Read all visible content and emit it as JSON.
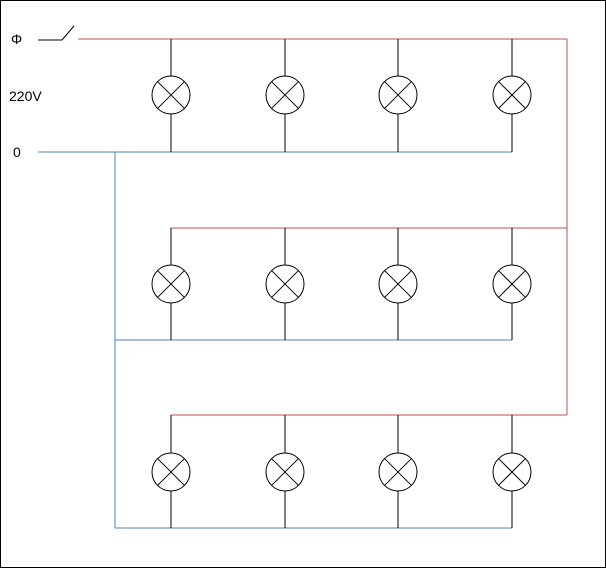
{
  "labels": {
    "phase": "Φ",
    "voltage": "220V",
    "neutral": "0"
  },
  "colors": {
    "phase_wire": "#c0504d",
    "neutral_wire": "#4f81bd",
    "lamp": "#000000",
    "frame": "#000000"
  },
  "diagram": {
    "rows": 3,
    "lamps_per_row": 4,
    "lamp_icon": "lamp-icon",
    "switch_icon": "switch-icon"
  }
}
